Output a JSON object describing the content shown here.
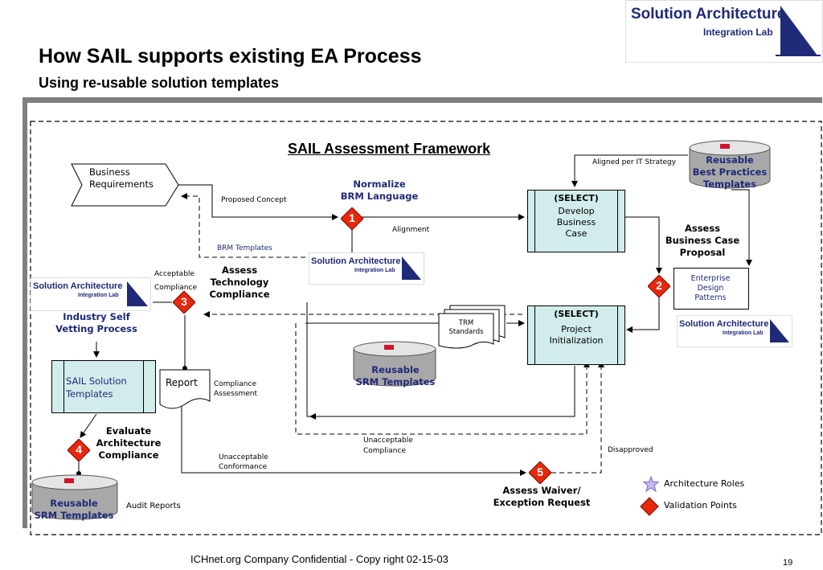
{
  "header": {
    "title": "How SAIL supports existing EA Process",
    "subtitle": "Using re-usable solution templates",
    "logo_line1": "Solution Architecture",
    "logo_line2": "Integration Lab"
  },
  "diagram": {
    "title": "SAIL Assessment Framework",
    "business_requirements": "Business\nRequirements",
    "proposed_concept": "Proposed Concept",
    "normalize": "Normalize\nBRM Language",
    "brm_templates": "BRM Templates",
    "alignment": "Alignment",
    "aligned_strategy": "Aligned per IT Strategy",
    "select_develop": {
      "header": "(SELECT)",
      "body": "Develop\nBusiness\nCase"
    },
    "select_project": {
      "header": "(SELECT)",
      "body": "Project\nInitialization"
    },
    "reusable_best_practices": "Reusable\nBest Practices\nTemplates",
    "assess_business_case": "Assess\nBusiness Case\nProposal",
    "enterprise_design": "Enterprise\nDesign\nPatterns",
    "acceptable_compliance": "Acceptable\nCompliance",
    "assess_technology": "Assess\nTechnology\nCompliance",
    "industry_vetting": "Industry Self\nVetting Process",
    "sail_solution_templates": "SAIL Solution\nTemplates",
    "report": "Report",
    "compliance_assessment": "Compliance\nAssessment",
    "trm_standards": "TRM\nStandards",
    "reusable_srm_mid": "Reusable\nSRM Templates",
    "unacceptable_compliance": "Unacceptable\nCompliance",
    "disapproved": "Disapproved",
    "evaluate_arch": "Evaluate\nArchitecture\nCompliance",
    "unacceptable_conformance": "Unacceptable\nConformance",
    "assess_waiver": "Assess Waiver/\nException Request",
    "reusable_srm_bottom": "Reusable\nSRM Templates",
    "audit_reports": "Audit Reports",
    "points": [
      "1",
      "2",
      "3",
      "4",
      "5"
    ]
  },
  "legend": {
    "architecture_roles": "Architecture Roles",
    "validation_points": "Validation Points"
  },
  "footer": {
    "confidential": "ICHnet.org Company Confidential - Copy right 02-15-03",
    "page": "19"
  },
  "colors": {
    "navy": "#1f2a78",
    "diamond": "#e8280c",
    "box_fill": "#d2ecec",
    "rule": "#7f7f7f"
  }
}
